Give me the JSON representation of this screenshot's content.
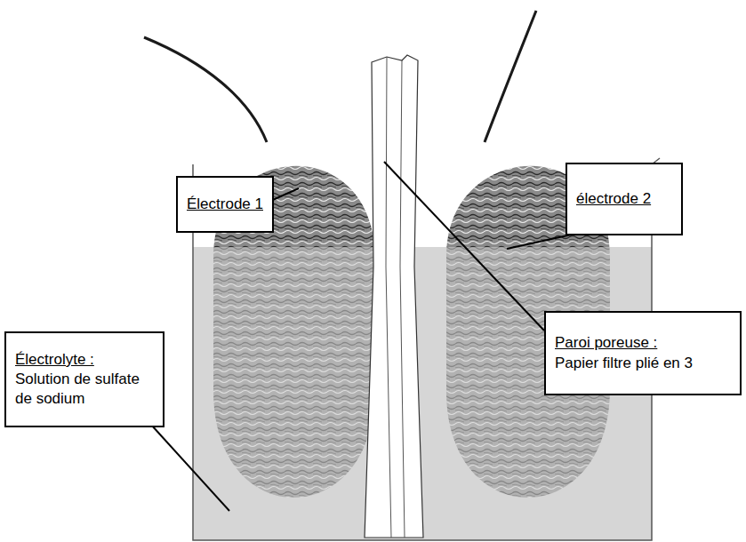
{
  "diagram": {
    "nodes": [
      {
        "text": [
          "Électrode 1"
        ]
      },
      {
        "text": [
          "électrode 2"
        ]
      },
      {
        "text": [
          "Paroi poreuse :",
          "Papier filtre plié en 3"
        ]
      },
      {
        "text": [
          "Électrolyte :",
          "Solution de sulfate de sodium"
        ]
      }
    ]
  }
}
